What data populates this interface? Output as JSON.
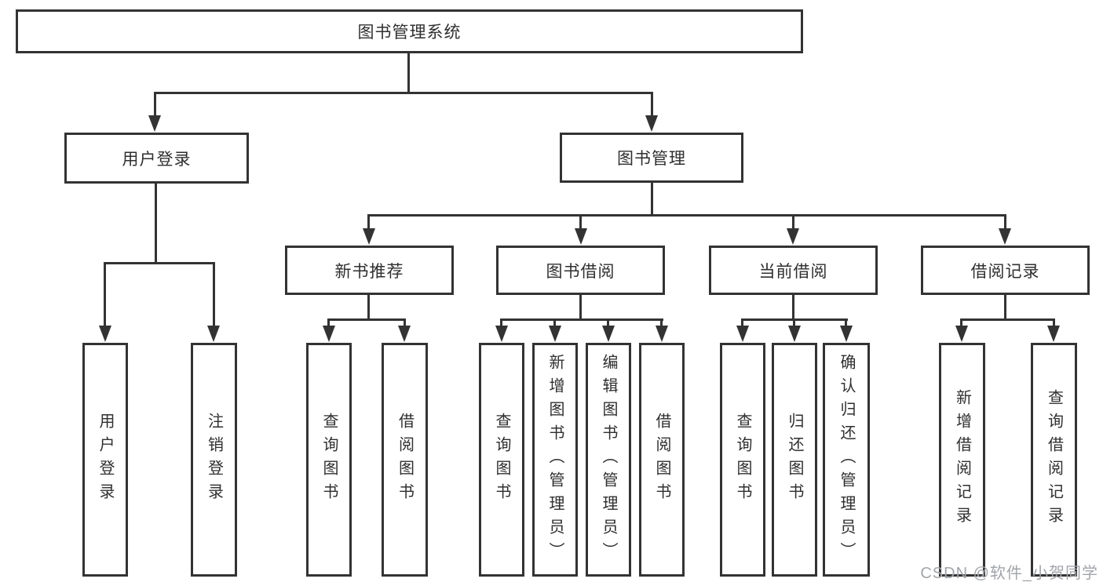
{
  "diagram": {
    "title": "图书管理系统",
    "branches": [
      {
        "label": "用户登录",
        "children": [
          {
            "label": "用户登录"
          },
          {
            "label": "注销登录"
          }
        ]
      },
      {
        "label": "图书管理",
        "children": [
          {
            "label": "新书推荐",
            "children": [
              {
                "label": "查询图书"
              },
              {
                "label": "借阅图书"
              }
            ]
          },
          {
            "label": "图书借阅",
            "children": [
              {
                "label": "查询图书"
              },
              {
                "label": "新增图书（管理员）"
              },
              {
                "label": "编辑图书（管理员）"
              },
              {
                "label": "借阅图书"
              }
            ]
          },
          {
            "label": "当前借阅",
            "children": [
              {
                "label": "查询图书"
              },
              {
                "label": "归还图书"
              },
              {
                "label": "确认归还（管理员）"
              }
            ]
          },
          {
            "label": "借阅记录",
            "children": [
              {
                "label": "新增借阅记录"
              },
              {
                "label": "查询借阅记录"
              }
            ]
          }
        ]
      }
    ]
  },
  "watermark": {
    "text": "CSDN @软件_小贺同学",
    "color": "#a2a5aa"
  },
  "colors": {
    "line": "#333333",
    "text": "#2f2f2f",
    "background": "#ffffff"
  }
}
